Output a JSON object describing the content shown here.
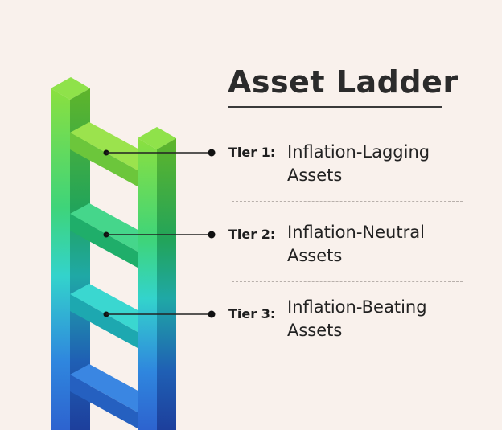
{
  "title": "Asset Ladder",
  "colors": {
    "background": "#f9f1ec",
    "ladder_top": "#7ed43a",
    "ladder_middle": "#35d6c6",
    "ladder_bottom": "#2b6fd8"
  },
  "tiers": [
    {
      "label": "Tier 1:",
      "line1": "Inflation-Lagging",
      "line2": "Assets"
    },
    {
      "label": "Tier 2:",
      "line1": "Inflation-Neutral",
      "line2": "Assets"
    },
    {
      "label": "Tier 3:",
      "line1": "Inflation-Beating",
      "line2": "Assets"
    }
  ]
}
